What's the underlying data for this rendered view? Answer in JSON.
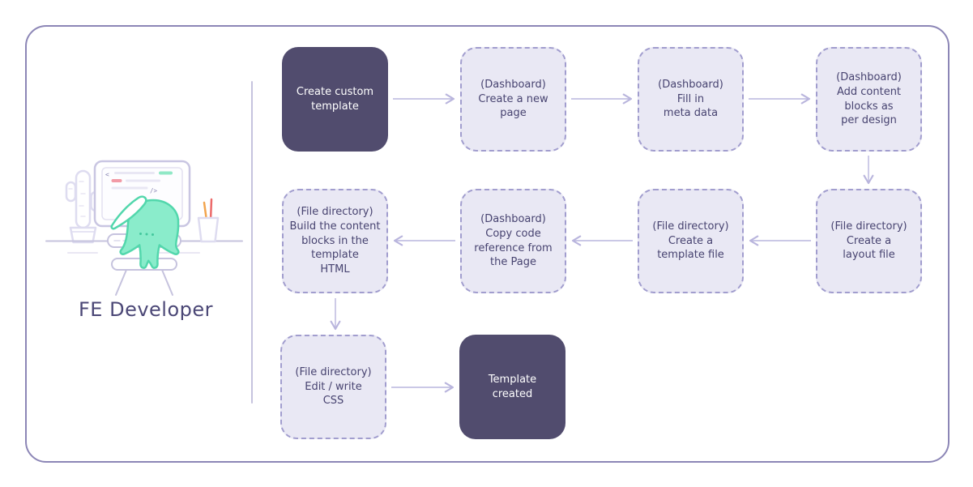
{
  "actor": {
    "label": "FE Developer",
    "illustration": "developer-mascot-at-desk"
  },
  "flow": {
    "nodes": [
      {
        "id": "create-custom-template",
        "type": "solid",
        "label": "Create custom\ntemplate"
      },
      {
        "id": "create-new-page",
        "type": "dashed",
        "label": "(Dashboard)\nCreate a new\npage"
      },
      {
        "id": "fill-in-meta-data",
        "type": "dashed",
        "label": "(Dashboard)\nFill in\nmeta data"
      },
      {
        "id": "add-content-blocks",
        "type": "dashed",
        "label": "(Dashboard)\nAdd content\nblocks as\nper design"
      },
      {
        "id": "create-layout-file",
        "type": "dashed",
        "label": "(File directory)\nCreate a\nlayout file"
      },
      {
        "id": "create-template-file",
        "type": "dashed",
        "label": "(File directory)\nCreate a\ntemplate file"
      },
      {
        "id": "copy-code-reference",
        "type": "dashed",
        "label": "(Dashboard)\nCopy code\nreference from\nthe Page"
      },
      {
        "id": "build-content-blocks",
        "type": "dashed",
        "label": "(File directory)\nBuild the content\nblocks in the\ntemplate\nHTML"
      },
      {
        "id": "edit-write-css",
        "type": "dashed",
        "label": "(File directory)\nEdit / write\nCSS"
      },
      {
        "id": "template-created",
        "type": "solid",
        "label": "Template\ncreated"
      }
    ]
  },
  "colors": {
    "frame_border": "#8c86b6",
    "divider": "#c6c3de",
    "solid_node_bg": "#514c6e",
    "solid_node_text": "#ffffff",
    "dashed_node_bg": "#e9e8f4",
    "dashed_node_border": "#a19dce",
    "dashed_node_text": "#474370",
    "arrow": "#b9b5dd",
    "mascot_fill": "#8aeccb",
    "mascot_stroke": "#52d7ac",
    "code_green": "#90e8c6",
    "code_pink": "#f29aa6",
    "pencil_orange": "#f2a44e",
    "pencil_red": "#ec6a6a",
    "actor_text": "#4b4776"
  }
}
